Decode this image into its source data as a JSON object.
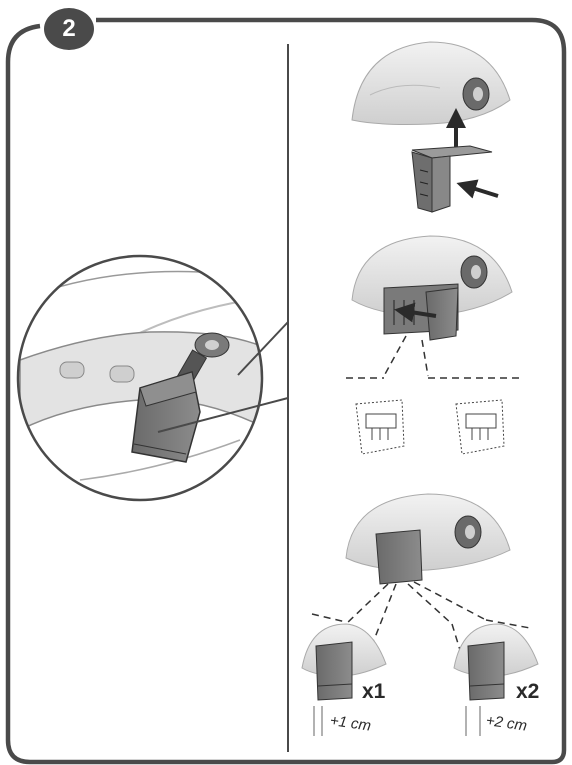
{
  "step": {
    "number": "2"
  },
  "variants": [
    {
      "multiplier": "x1",
      "offset": "+1 cm"
    },
    {
      "multiplier": "x2",
      "offset": "+2 cm"
    }
  ],
  "colors": {
    "frame": "#4a4a4a",
    "part_dark": "#5e5e5e",
    "part_mid": "#9a9a9a",
    "shell": "#d9d9d9"
  },
  "icons": [
    "arrow-icon",
    "dial-icon",
    "clip-icon"
  ]
}
